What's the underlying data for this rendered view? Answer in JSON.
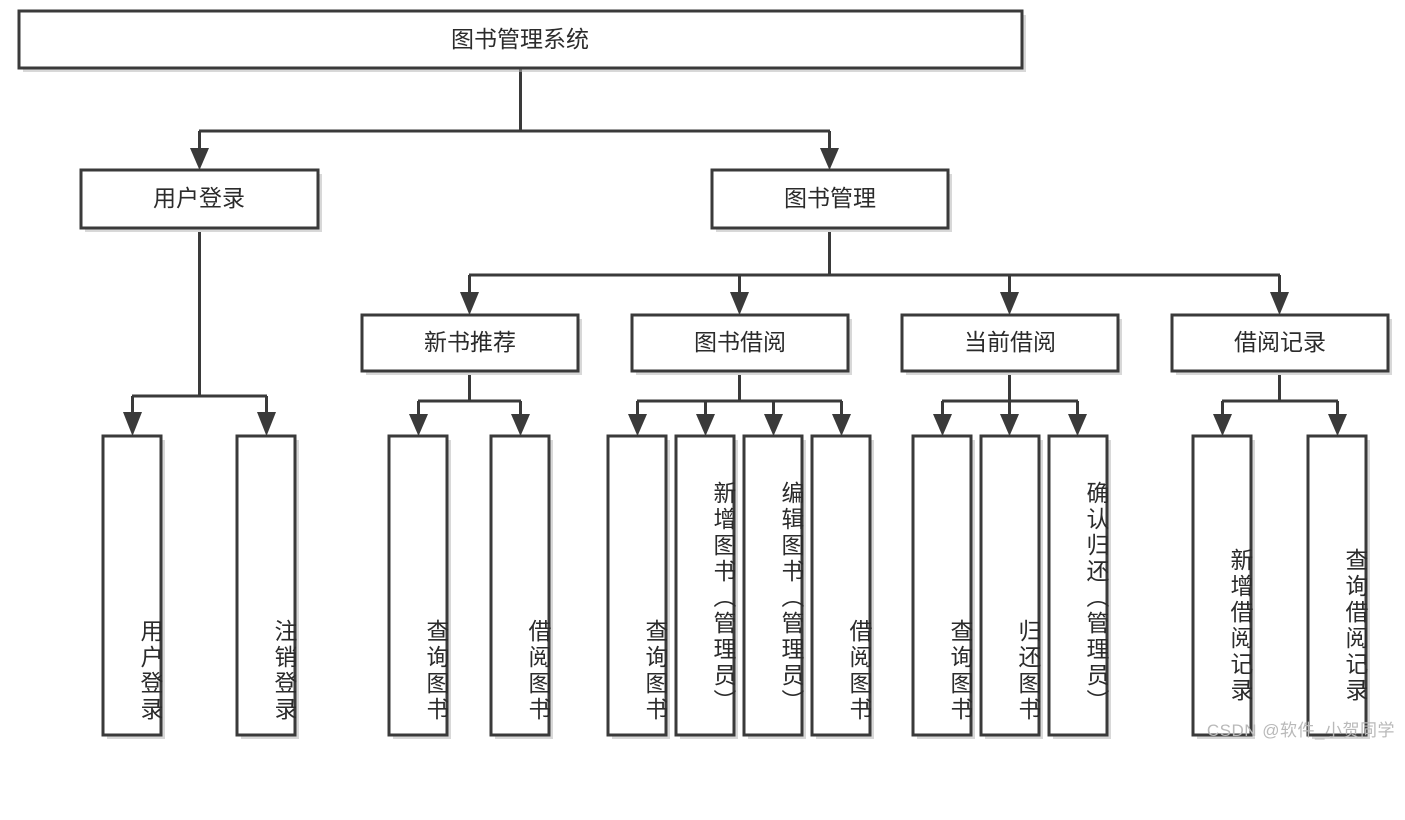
{
  "diagram": {
    "title": "图书管理系统",
    "type": "tree",
    "orientation": "top-down",
    "colors": {
      "box_border": "#3a3a3a",
      "box_fill": "#ffffff",
      "connector": "#3a3a3a",
      "text": "#2b2b2b",
      "background": "#ffffff",
      "watermark": "#b9b9b9"
    },
    "levels": {
      "root": {
        "label": "图书管理系统"
      },
      "level2": [
        {
          "label": "用户登录"
        },
        {
          "label": "图书管理"
        }
      ],
      "level3": [
        {
          "label": "新书推荐"
        },
        {
          "label": "图书借阅"
        },
        {
          "label": "当前借阅"
        },
        {
          "label": "借阅记录"
        }
      ],
      "leaves": {
        "用户登录": [
          {
            "label": "用户登录"
          },
          {
            "label": "注销登录"
          }
        ],
        "新书推荐": [
          {
            "label": "查询图书"
          },
          {
            "label": "借阅图书"
          }
        ],
        "图书借阅": [
          {
            "label": "查询图书"
          },
          {
            "label": "新增图书（管理员）"
          },
          {
            "label": "编辑图书（管理员）"
          },
          {
            "label": "借阅图书"
          }
        ],
        "当前借阅": [
          {
            "label": "查询图书"
          },
          {
            "label": "归还图书"
          },
          {
            "label": "确认归还（管理员）"
          }
        ],
        "借阅记录": [
          {
            "label": "新增借阅记录"
          },
          {
            "label": "查询借阅记录"
          }
        ]
      }
    }
  },
  "watermark": {
    "text": "CSDN @软件_小贺同学"
  }
}
